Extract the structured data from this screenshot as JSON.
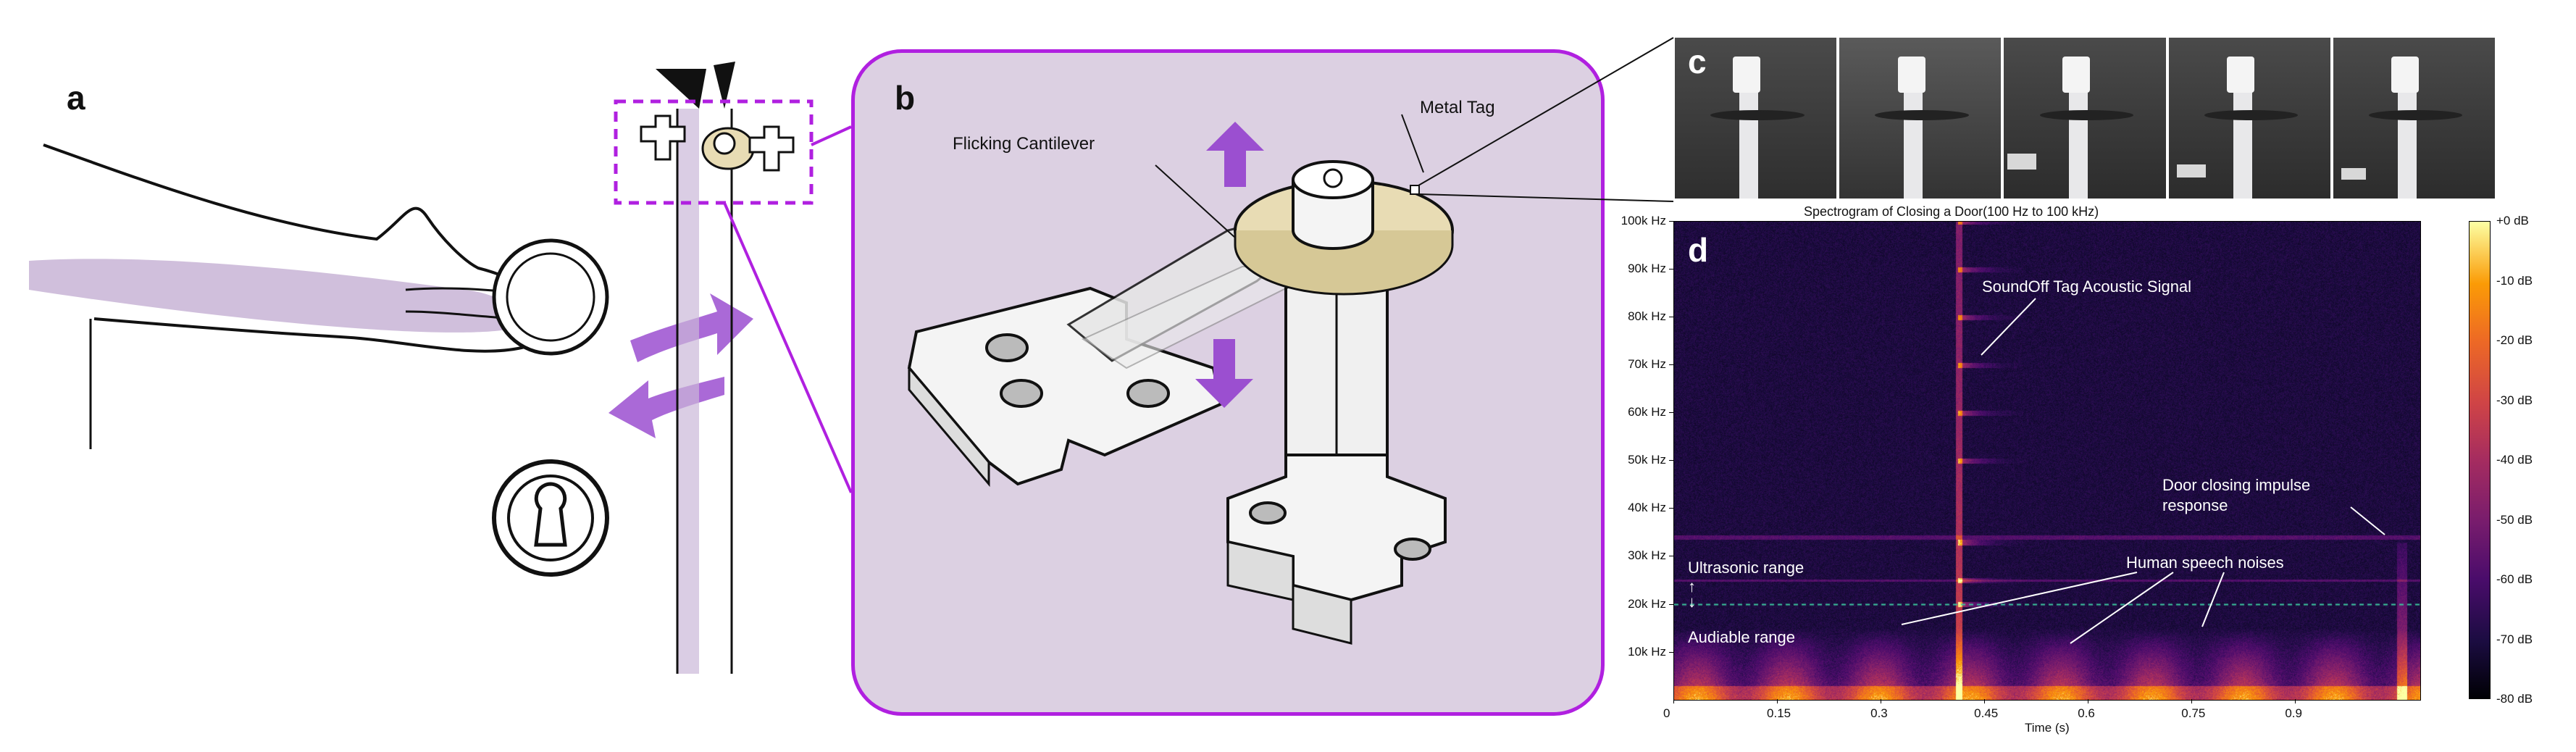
{
  "panels": {
    "a": {
      "letter": "a"
    },
    "b": {
      "letter": "b",
      "labels": {
        "cantilever": "Flicking Cantilever",
        "tag": "Metal Tag"
      }
    },
    "c": {
      "letter": "c",
      "frames": 5
    },
    "d": {
      "letter": "d"
    }
  },
  "colors": {
    "accent_purple": "#b020e0",
    "panel_b_bg": "#dcd0e2",
    "arrow_purple": "#9b4fd0",
    "tag_color": "#e8dcb4",
    "photo_bg": "#3a3a3a"
  },
  "chart_data": {
    "type": "heatmap",
    "title": "Spectrogram of Closing a Door(100 Hz to 100 kHz)",
    "xlabel": "Time (s)",
    "ylabel": "",
    "x_ticks": [
      "0",
      "0.15",
      "0.3",
      "0.45",
      "0.6",
      "0.75",
      "0.9"
    ],
    "x_tick_values": [
      0,
      0.15,
      0.3,
      0.45,
      0.6,
      0.75,
      0.9
    ],
    "xlim": [
      0,
      1.08
    ],
    "y_ticks": [
      "10k Hz",
      "20k Hz",
      "30k Hz",
      "40k Hz",
      "50k Hz",
      "60k Hz",
      "70k Hz",
      "80k Hz",
      "90k Hz",
      "100k Hz"
    ],
    "y_tick_values": [
      10000,
      20000,
      30000,
      40000,
      50000,
      60000,
      70000,
      80000,
      90000,
      100000
    ],
    "ylim": [
      100,
      100000
    ],
    "colorbar": {
      "label_ticks": [
        "+0 dB",
        "-10 dB",
        "-20 dB",
        "-30 dB",
        "-40 dB",
        "-50 dB",
        "-60 dB",
        "-70 dB",
        "-80 dB"
      ],
      "range_db": [
        -80,
        0
      ],
      "colormap": "inferno",
      "placement": "right"
    },
    "events": [
      {
        "name": "tag_impulse",
        "time_s": 0.41,
        "harmonics_khz": [
          20,
          25,
          33,
          50,
          60,
          70,
          80,
          90,
          100
        ]
      },
      {
        "name": "door_impulse",
        "time_s": 1.05,
        "max_khz": 33
      },
      {
        "name": "speech_band",
        "time_range_s": [
          0.0,
          1.08
        ],
        "max_khz": 15
      }
    ],
    "boundary_line_khz": 20,
    "annotations": [
      {
        "text": "SoundOff Tag Acoustic Signal",
        "points_to_time_s": 0.41,
        "points_to_khz": 70
      },
      {
        "text": "Door closing impulse response",
        "points_to_time_s": 1.05,
        "points_to_khz": 33
      },
      {
        "text": "Human speech noises",
        "points_to_time_s": 0.75,
        "points_to_khz": 10
      },
      {
        "text": "Ultrasonic range",
        "side": "above 20k"
      },
      {
        "text": "Audiable range",
        "side": "below 20k"
      }
    ]
  },
  "spectrogram_labels": {
    "tag_signal": "SoundOff Tag Acoustic Signal",
    "door_line1": "Door closing impulse",
    "door_line2": "response",
    "speech": "Human speech noises",
    "ultrasonic": "Ultrasonic range",
    "audible": "Audiable range",
    "updown_arrow": "↑\n↓"
  }
}
